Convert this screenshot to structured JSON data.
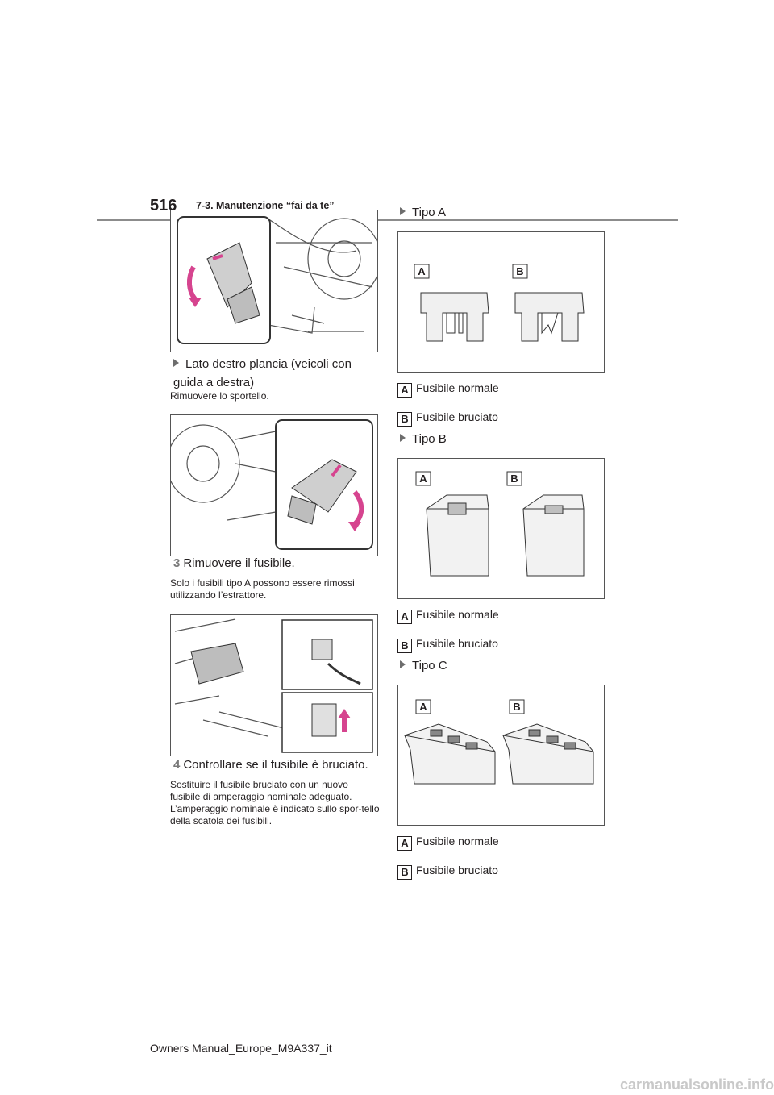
{
  "header": {
    "page_number": "516",
    "section": "7-3. Manutenzione “fai da te”"
  },
  "left": {
    "bullet1": "Lato destro plancia (veicoli con guida a destra)",
    "note1": "Rimuovere lo sportello.",
    "step3_num": "3",
    "step3_text": "Rimuovere il fusibile.",
    "note3": "Solo i fusibili tipo A possono essere rimossi utilizzando l’estrattore.",
    "step4_num": "4",
    "step4_text": "Controllare se il fusibile è bruciato.",
    "note4": "Sostituire il fusibile bruciato con un nuovo fusibile di amperaggio nominale adeguato. L’amperaggio nominale è indicato sullo spor-tello della scatola dei fusibili."
  },
  "right": {
    "typeA": "Tipo A",
    "typeB": "Tipo B",
    "typeC": "Tipo C",
    "label_a": "A",
    "label_b": "B",
    "normal": "Fusibile normale",
    "blown": "Fusibile bruciato"
  },
  "footer": {
    "doc": "Owners Manual_Europe_M9A337_it"
  },
  "watermark": "carmanualsonline.info"
}
